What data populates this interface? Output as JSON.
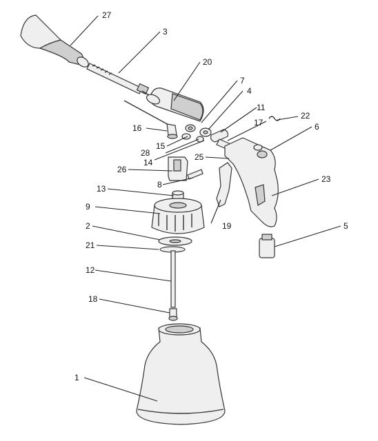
{
  "callouts": [
    {
      "id": "1",
      "label": "1"
    },
    {
      "id": "2",
      "label": "2"
    },
    {
      "id": "3",
      "label": "3"
    },
    {
      "id": "4",
      "label": "4"
    },
    {
      "id": "5",
      "label": "5"
    },
    {
      "id": "6",
      "label": "6"
    },
    {
      "id": "7",
      "label": "7"
    },
    {
      "id": "8",
      "label": "8"
    },
    {
      "id": "9",
      "label": "9"
    },
    {
      "id": "11",
      "label": "11"
    },
    {
      "id": "12",
      "label": "12"
    },
    {
      "id": "13",
      "label": "13"
    },
    {
      "id": "14",
      "label": "14"
    },
    {
      "id": "15",
      "label": "15"
    },
    {
      "id": "16",
      "label": "16"
    },
    {
      "id": "17",
      "label": "17"
    },
    {
      "id": "18",
      "label": "18"
    },
    {
      "id": "19",
      "label": "19"
    },
    {
      "id": "20",
      "label": "20"
    },
    {
      "id": "21",
      "label": "21"
    },
    {
      "id": "22",
      "label": "22"
    },
    {
      "id": "23",
      "label": "23"
    },
    {
      "id": "25",
      "label": "25"
    },
    {
      "id": "26",
      "label": "26"
    },
    {
      "id": "27",
      "label": "27"
    },
    {
      "id": "28",
      "label": "28"
    }
  ]
}
